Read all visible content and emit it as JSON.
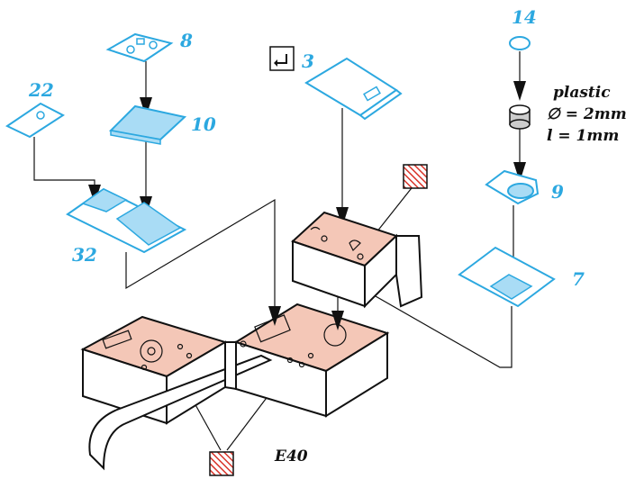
{
  "colors": {
    "label_blue": "#2ca8e0",
    "part_outline": "#2ca8e0",
    "part_fill": "#a9dcf5",
    "box_top": "#f4c7b7",
    "hatch_red": "#d9352b"
  },
  "labels": {
    "part_14": "14",
    "part_8": "8",
    "part_3": "3",
    "part_22": "22",
    "part_10": "10",
    "part_32": "32",
    "part_9": "9",
    "part_7": "7",
    "part_code": "E40"
  },
  "note": {
    "material": "plastic",
    "diameter": "∅ = 2mm",
    "length": "l = 1mm"
  },
  "icons": {
    "fold_icon": "fold-arrow-icon",
    "glue_icon": "glue-hatch-icon"
  }
}
